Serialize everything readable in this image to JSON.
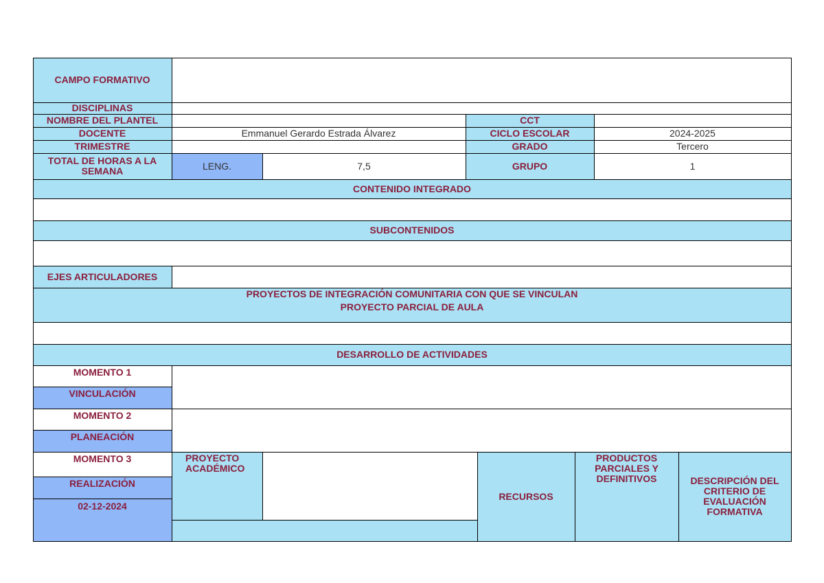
{
  "form": {
    "campo_formativo": "CAMPO FORMATIVO",
    "disciplinas": "DISCIPLINAS",
    "nombre_plantel": "NOMBRE DEL PLANTEL",
    "cct": "CCT",
    "docente": "DOCENTE",
    "docente_value": "Emmanuel Gerardo Estrada Álvarez",
    "ciclo_escolar": "CICLO ESCOLAR",
    "ciclo_value": "2024-2025",
    "trimestre": "TRIMESTRE",
    "grado": "GRADO",
    "grado_value": "Tercero",
    "total_horas": "TOTAL DE HORAS A LA SEMANA",
    "leng": "LENG.",
    "horas_value": "7,5",
    "grupo": "GRUPO",
    "grupo_value": "1",
    "contenido_integrado": "CONTENIDO INTEGRADO",
    "subcontenidos": "SUBCONTENIDOS",
    "ejes_articuladores": "EJES ARTICULADORES",
    "proyectos_integracion": "PROYECTOS DE INTEGRACIÓN COMUNITARIA CON QUE SE VINCULAN",
    "proyecto_parcial": "PROYECTO PARCIAL DE AULA",
    "desarrollo": "DESARROLLO DE ACTIVIDADES",
    "momento1": "MOMENTO 1",
    "vinculacion": "VINCULACIÓN",
    "momento2": "MOMENTO 2",
    "planeacion": "PLANEACIÓN",
    "momento3": "MOMENTO 3",
    "realizacion": "REALIZACIÓN",
    "fecha": "02-12-2024",
    "proyecto_academico": "PROYECTO ACADÉMICO",
    "recursos": "RECURSOS",
    "productos": "PRODUCTOS PARCIALES Y DEFINITIVOS",
    "descripcion": "DESCRIPCIÓN DEL CRITERIO DE EVALUACIÓN FORMATIVA"
  }
}
